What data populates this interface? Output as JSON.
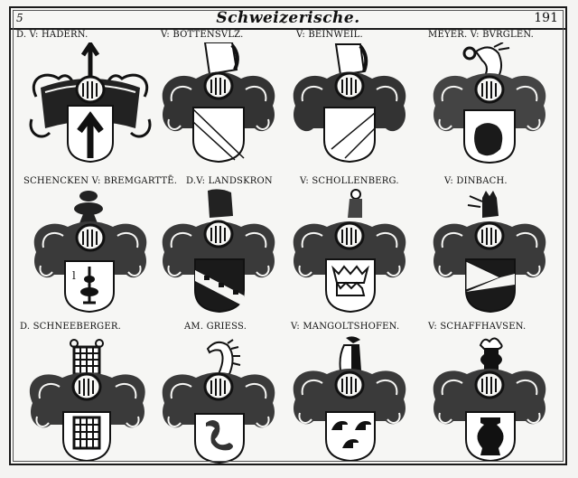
{
  "header": {
    "left_mark": "5",
    "title": "Schweizerische.",
    "page_number": "191"
  },
  "colors": {
    "ink": "#111111",
    "paper": "#f6f6f4"
  },
  "rows": [
    {
      "entries": [
        {
          "caption": "D. V: HÄDERN.",
          "shield": "arrow",
          "crest": "arrow"
        },
        {
          "caption": "V: BOTTENSVLZ.",
          "shield": "bend",
          "crest": "plume-bust"
        },
        {
          "caption": "V: BEINWEIL.",
          "shield": "bend",
          "crest": "plume-bust"
        },
        {
          "caption": "MEYER. V: BVRGLEN.",
          "shield": "dark-charge",
          "crest": "dragon-head"
        }
      ]
    },
    {
      "entries": [
        {
          "caption": "SCHENCKEN V: BREMGARTTĒ.",
          "shield": "fountain",
          "crest": "fountain"
        },
        {
          "caption": "D.V: LANDSKRON",
          "shield": "dark-bend-checky",
          "crest": "bust-dark"
        },
        {
          "caption": "V: SCHOLLENBERG.",
          "shield": "crown-mounts",
          "crest": "pillar"
        },
        {
          "caption": "V: DINBACH.",
          "shield": "chevron-pile",
          "crest": "crowned-figure"
        }
      ]
    },
    {
      "entries": [
        {
          "caption": "D. SCHNEEBERGER.",
          "shield": "checky-tower",
          "crest": "checky-tower"
        },
        {
          "caption": "AM. GRIESS.",
          "shield": "swan",
          "crest": "dragon-neck"
        },
        {
          "caption": "V: MANGOLTSHOFEN.",
          "shield": "three-hats",
          "crest": "hat-figure"
        },
        {
          "caption": "V: SCHAFFHAVSEN.",
          "shield": "vase",
          "crest": "vase-plume"
        }
      ]
    }
  ]
}
